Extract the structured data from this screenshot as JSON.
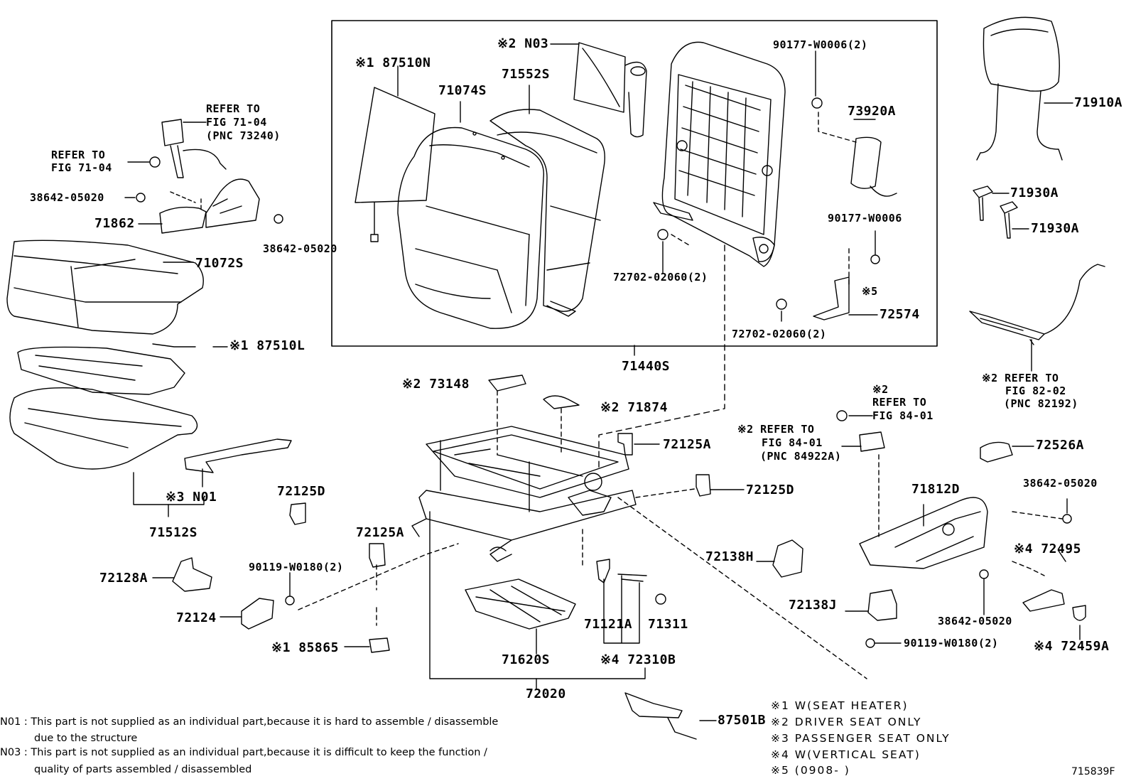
{
  "labels": {
    "p87510N": "※1 87510N",
    "pN03": "※2 N03",
    "p71074S": "71074S",
    "p71552S": "71552S",
    "p90177_W0006_2": "90177-W0006(2)",
    "p73920A": "73920A",
    "p90177_W0006": "90177-W0006",
    "p72702_a": "72702-02060(2)",
    "p72702_b": "72702-02060(2)",
    "p72574": "72574",
    "note5": "※5",
    "p71440S": "71440S",
    "p71910A": "71910A",
    "p71930A_1": "71930A",
    "p71930A_2": "71930A",
    "refer82_1": "※2 REFER TO",
    "refer82_2": "FIG 82-02",
    "refer82_3": "(PNC 82192)",
    "refer7104a_1": "REFER TO",
    "refer7104a_2": "FIG 71-04",
    "refer7104a_3": "(PNC 73240)",
    "refer7104b_1": "REFER TO",
    "refer7104b_2": "FIG 71-04",
    "p38642_a": "38642-05020",
    "p71862": "71862",
    "p38642_b": "38642-05020",
    "p71072S": "71072S",
    "p87510L": "※1 87510L",
    "pN01": "※3 N01",
    "p71512S": "71512S",
    "p73148": "※2 73148",
    "p71874": "※2 71874",
    "p72125A_1": "72125A",
    "p72125D_1": "72125D",
    "p72125D_2": "72125D",
    "p72125A_2": "72125A",
    "p90119_a": "90119-W0180(2)",
    "p72128A": "72128A",
    "p72124": "72124",
    "p85865": "※1 85865",
    "p71620S": "71620S",
    "p71121A": "71121A",
    "p71311": "71311",
    "p72310B": "※4 72310B",
    "p72020": "72020",
    "p87501B": "87501B",
    "refer8401a_1": "※2",
    "refer8401a_2": "REFER TO",
    "refer8401a_3": "FIG 84-01",
    "refer8401b_1": "※2 REFER TO",
    "refer8401b_2": "FIG 84-01",
    "refer8401b_3": "(PNC 84922A)",
    "p72526A": "72526A",
    "p71812D": "71812D",
    "p38642_c": "38642-05020",
    "p72495": "※4 72495",
    "p38642_d": "38642-05020",
    "p72459A": "※4 72459A",
    "p72138H": "72138H",
    "p72138J": "72138J",
    "p90119_b": "90119-W0180(2)"
  },
  "notes": {
    "n01_line1": "N01 : This part is not supplied as an individual part,because it is hard to assemble / disassemble",
    "n01_line2": "due to the structure",
    "n03_line1": "N03 : This part is not supplied as an individual part,because it is difficult to keep the function /",
    "n03_line2": "quality of parts assembled / disassembled"
  },
  "legend": [
    "※1  W(SEAT  HEATER)",
    "※2  DRIVER  SEAT  ONLY",
    "※3  PASSENGER  SEAT  ONLY",
    "※4  W(VERTICAL  SEAT)",
    "※5  (0908-        )"
  ],
  "figure_id": "715839F"
}
